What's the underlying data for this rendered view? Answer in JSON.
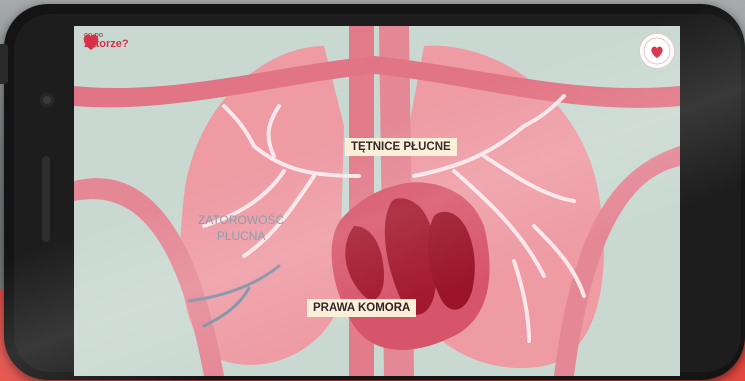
{
  "brand": {
    "logo_small": "co po",
    "logo_big": "zatorze?"
  },
  "labels": {
    "pulmonary_arteries": "TĘTNICE PŁUCNE",
    "right_ventricle": "PRAWA KOMORA",
    "embolism_line1": "ZATOROWOŚĆ",
    "embolism_line2": "PŁUCNA"
  },
  "colors": {
    "screen_bg": "#c9d9d1",
    "lung": "#ee9ba4",
    "vessel": "#e17585",
    "heart": "#a3182c",
    "label_bg": "#fcefd8",
    "brand_red": "#d9304a",
    "background_red": "#e5473f"
  },
  "icons": [
    "heart-logo-icon",
    "seal-icon"
  ]
}
